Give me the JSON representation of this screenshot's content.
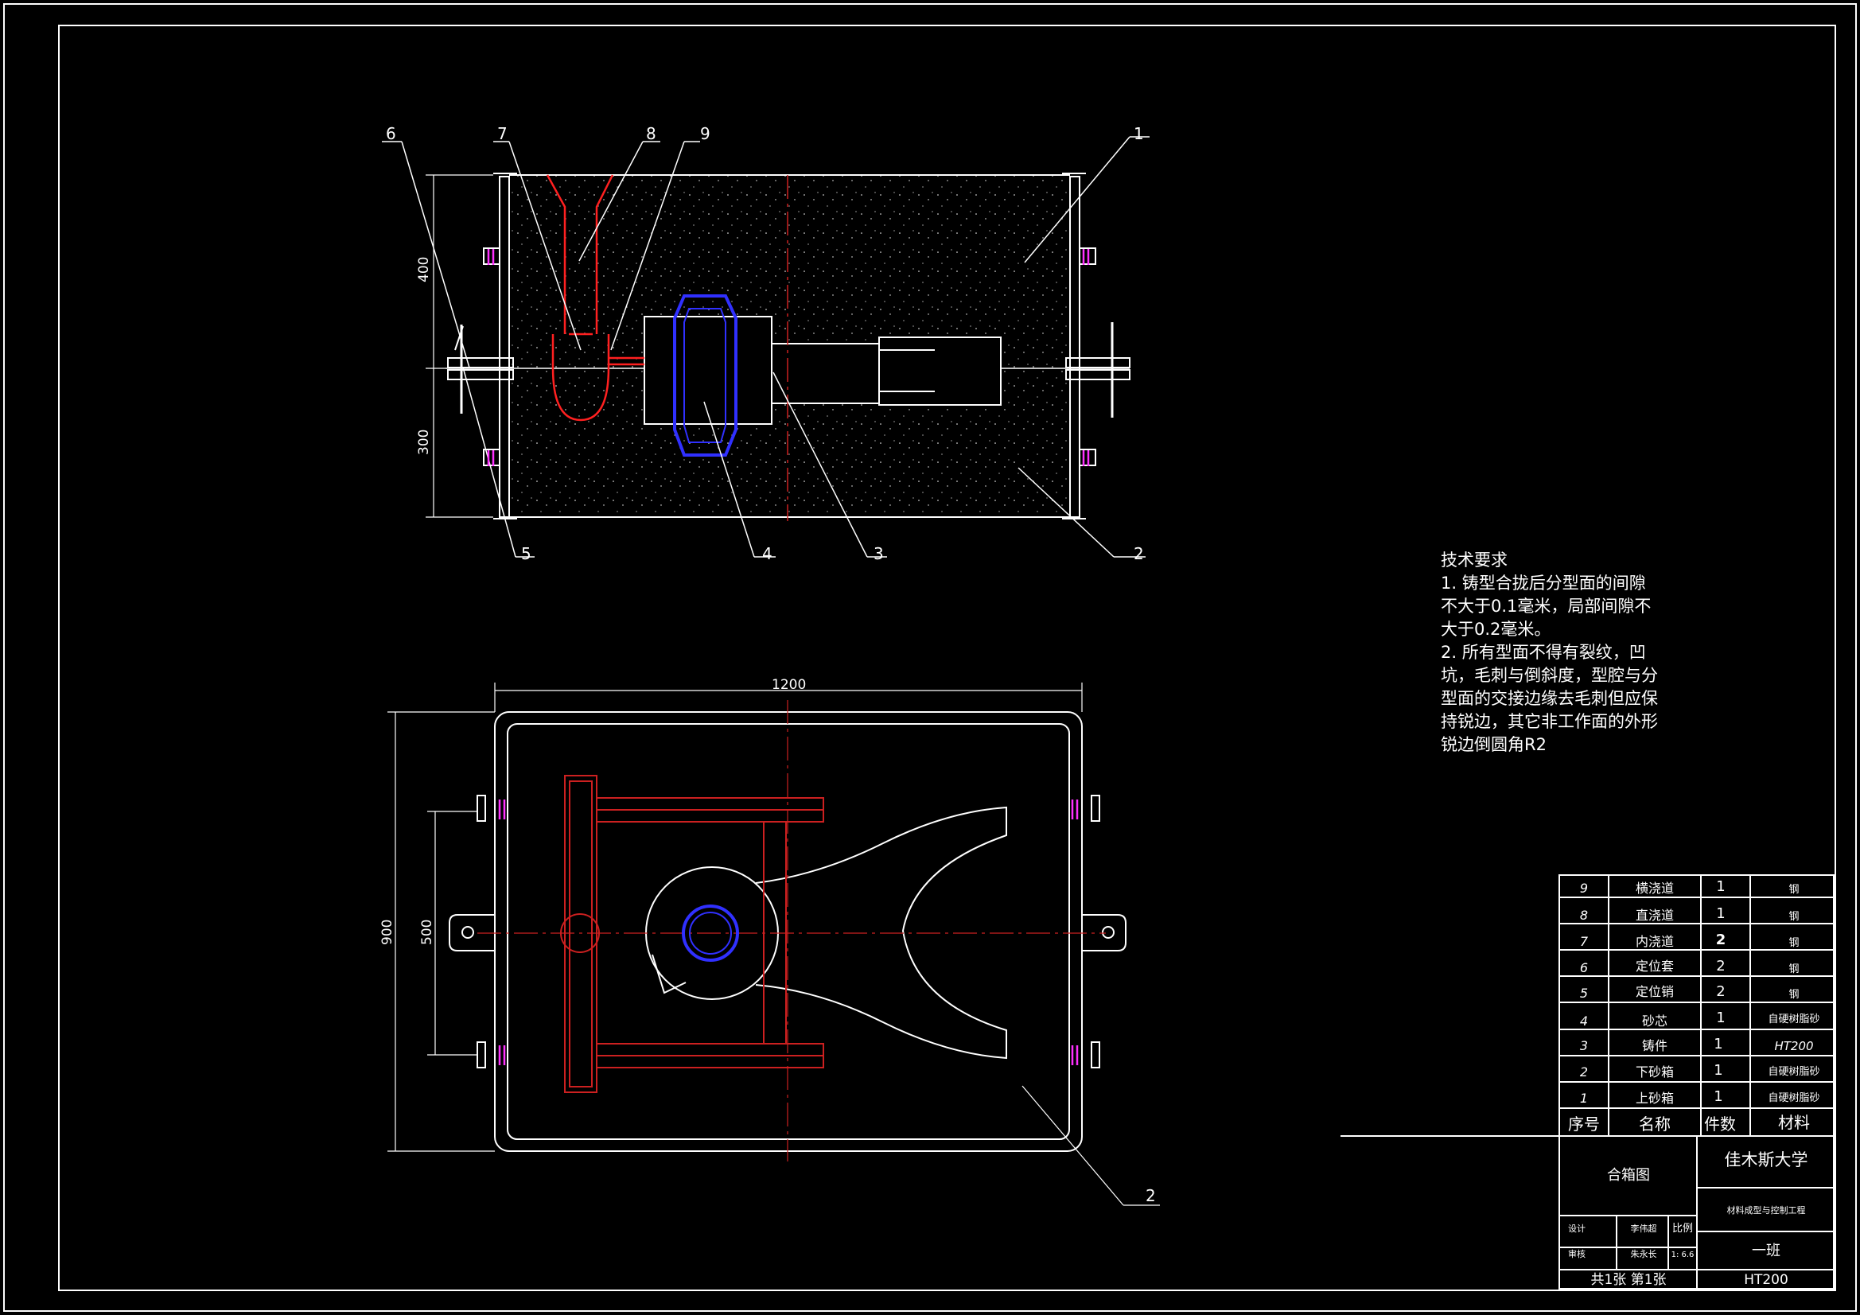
{
  "dimensions": {
    "section_upper_height": "400",
    "section_lower_height": "300",
    "plan_width": "1200",
    "plan_height": "900",
    "plan_pin_spacing": "500"
  },
  "balloons": {
    "b1": "1",
    "b2": "2",
    "b3": "3",
    "b4": "4",
    "b5": "5",
    "b6": "6",
    "b7": "7",
    "b8": "8",
    "b9": "9",
    "b2_plan": "2"
  },
  "tech_requirements": {
    "title": "技术要求",
    "lines": [
      "1. 铸型合拢后分型面的间隙",
      "不大于0.1毫米，局部间隙不",
      "大于0.2毫米。",
      "2. 所有型面不得有裂纹，凹",
      "坑，毛刺与倒斜度，型腔与分",
      "型面的交接边缘去毛刺但应保",
      "持锐边，其它非工作面的外形",
      "锐边倒圆角R2"
    ]
  },
  "parts_list": {
    "rows": [
      {
        "no": "9",
        "name": "横浇道",
        "qty": "1",
        "material": "钢"
      },
      {
        "no": "8",
        "name": "直浇道",
        "qty": "1",
        "material": "钢"
      },
      {
        "no": "7",
        "name": "内浇道",
        "qty": "2",
        "material": "钢"
      },
      {
        "no": "6",
        "name": "定位套",
        "qty": "2",
        "material": "钢"
      },
      {
        "no": "5",
        "name": "定位销",
        "qty": "2",
        "material": "钢"
      },
      {
        "no": "4",
        "name": "砂芯",
        "qty": "1",
        "material": "自硬树脂砂"
      },
      {
        "no": "3",
        "name": "铸件",
        "qty": "1",
        "material": "HT200"
      },
      {
        "no": "2",
        "name": "下砂箱",
        "qty": "1",
        "material": "自硬树脂砂"
      },
      {
        "no": "1",
        "name": "上砂箱",
        "qty": "1",
        "material": "自硬树脂砂"
      }
    ],
    "header": {
      "no": "序号",
      "name": "名称",
      "qty": "件数",
      "material": "材料"
    }
  },
  "title_block": {
    "drawing_name": "合箱图",
    "school": "佳木斯大学",
    "major": "材料成型与控制工程",
    "class": "一班",
    "design_label": "设计",
    "design_name": "李伟超",
    "check_label": "审核",
    "check_name": "朱永长",
    "scale_label": "比例",
    "scale_value": "1: 6.6",
    "sheets": "共1张  第1张",
    "material": "HT200"
  },
  "colors": {
    "background": "#000000",
    "line": "#ffffff",
    "gating": "#ff2020",
    "core": "#3030ff",
    "pin": "#ff30ff",
    "thin_red": "#cc2020"
  }
}
